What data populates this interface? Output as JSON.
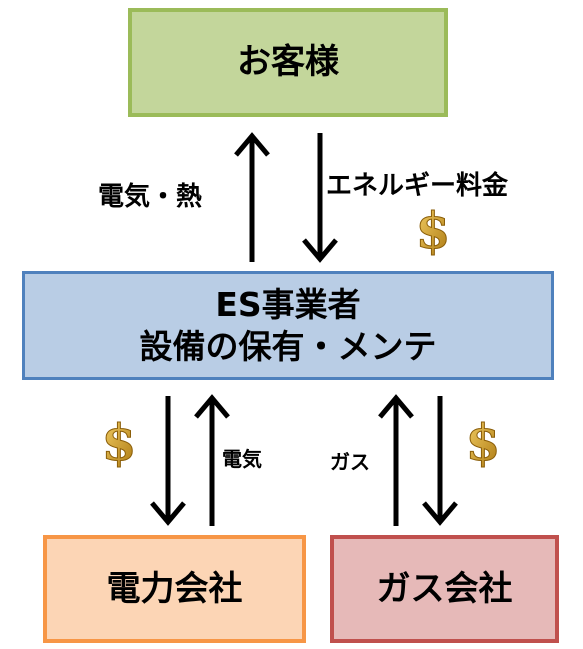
{
  "nodes": {
    "customer": "お客様",
    "es_line1": "ES事業者",
    "es_line2": "設備の保有・メンテ",
    "power_company": "電力会社",
    "gas_company": "ガス会社"
  },
  "edges": {
    "to_customer": "電気・熱",
    "from_customer": "エネルギー料金",
    "power_to_es": "電気",
    "gas_to_es": "ガス"
  },
  "icons": [
    "dollar-sign-icon",
    "dollar-sign-icon",
    "dollar-sign-icon"
  ],
  "colors": {
    "customer_fill": "#c3d69b",
    "customer_border": "#9bbb59",
    "es_fill": "#b9cde5",
    "es_border": "#4f81bd",
    "power_fill": "#fcd5b5",
    "power_border": "#f79646",
    "gas_fill": "#e6b9b8",
    "gas_border": "#c0504d",
    "coin": "#d4a017"
  }
}
